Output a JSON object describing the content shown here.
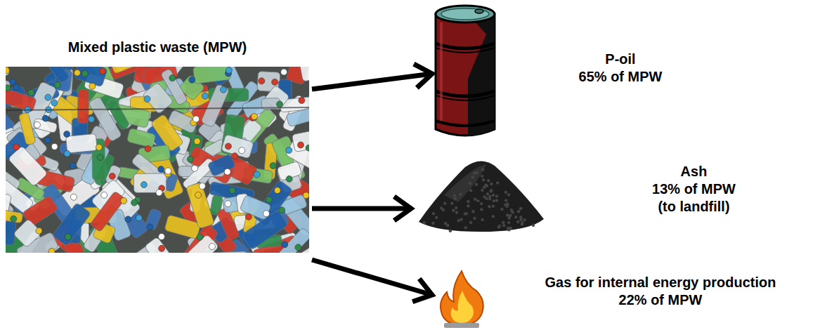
{
  "diagram": {
    "nodes": [
      {
        "text": [
          "Mixed plastic waste (MPW)"
        ]
      },
      {
        "text": [
          "P-oil",
          "65% of MPW"
        ]
      },
      {
        "text": [
          "Ash",
          "13% of MPW (to landfill)"
        ]
      },
      {
        "text": [
          "Gas for internal energy production",
          "22% of MPW"
        ]
      }
    ],
    "edges": [
      {
        "from": 0,
        "to": 1,
        "arrow": "to"
      },
      {
        "from": 0,
        "to": 2,
        "arrow": "to"
      },
      {
        "from": 0,
        "to": 3,
        "arrow": "to"
      }
    ]
  }
}
